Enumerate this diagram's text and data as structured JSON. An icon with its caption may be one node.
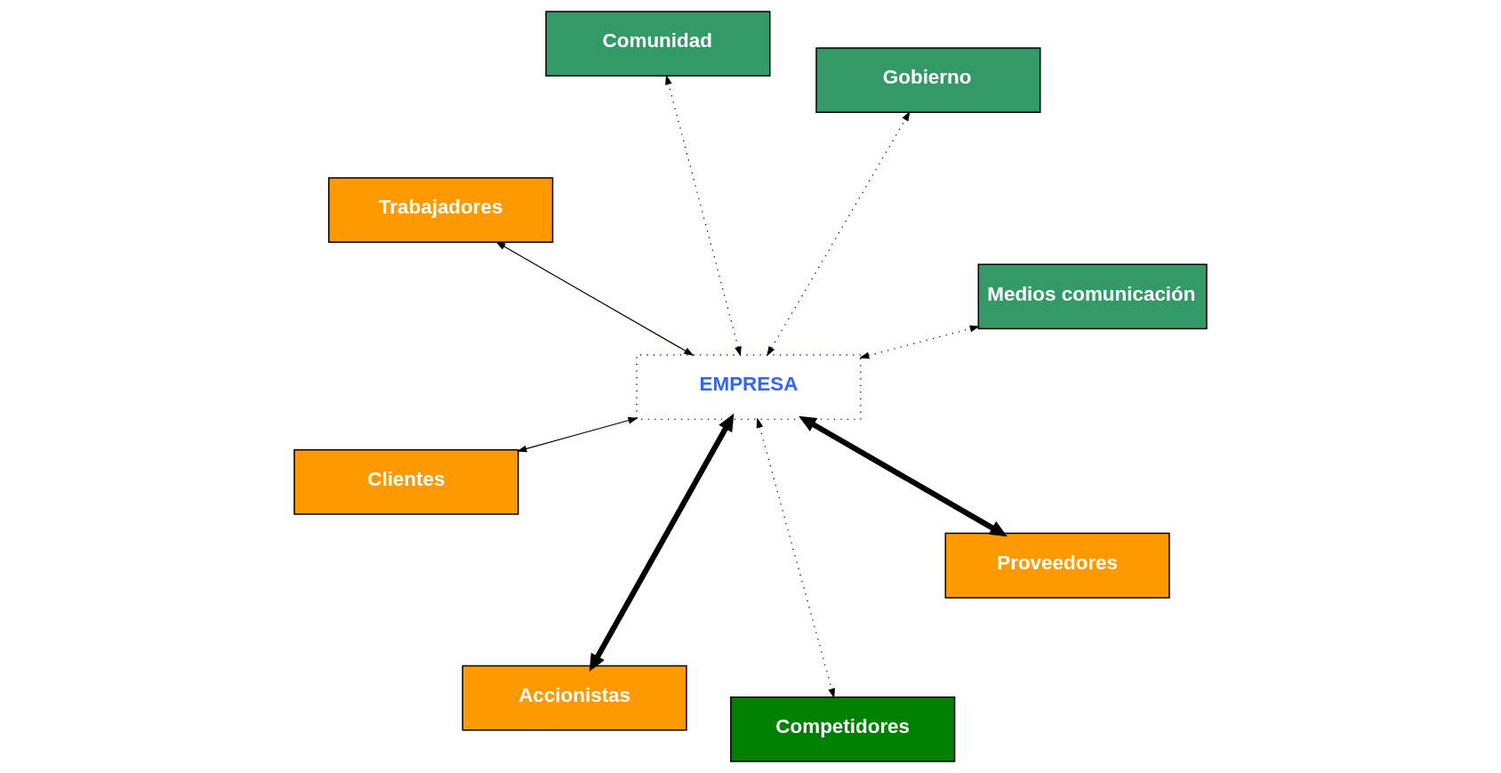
{
  "diagram": {
    "nodes": [
      {
        "text": [
          "EMPRESA"
        ]
      },
      {
        "text": [
          "Medios comunicación"
        ]
      },
      {
        "text": [
          "Accionistas"
        ]
      },
      {
        "text": [
          "Trabajadores"
        ]
      },
      {
        "text": [
          "Gobierno"
        ]
      },
      {
        "text": [
          "Comunidad"
        ]
      },
      {
        "text": [
          "Clientes"
        ]
      },
      {
        "text": [
          "Proveedores"
        ]
      },
      {
        "text": [
          "Competidores"
        ]
      }
    ],
    "edges": [
      {
        "from": 0,
        "to": 1,
        "arrow": "both",
        "style": "dashed"
      },
      {
        "from": 0,
        "to": 2,
        "arrow": "both",
        "style": "thick"
      },
      {
        "from": 0,
        "to": 3,
        "arrow": "both"
      },
      {
        "from": 0,
        "to": 4,
        "arrow": "both",
        "style": "dashed"
      },
      {
        "from": 0,
        "to": 5,
        "arrow": "both",
        "style": "dashed"
      },
      {
        "from": 0,
        "to": 6,
        "arrow": "both"
      },
      {
        "from": 0,
        "to": 7,
        "arrow": "both",
        "style": "thick"
      },
      {
        "from": 0,
        "to": 8,
        "arrow": "both",
        "style": "dashed"
      }
    ]
  }
}
